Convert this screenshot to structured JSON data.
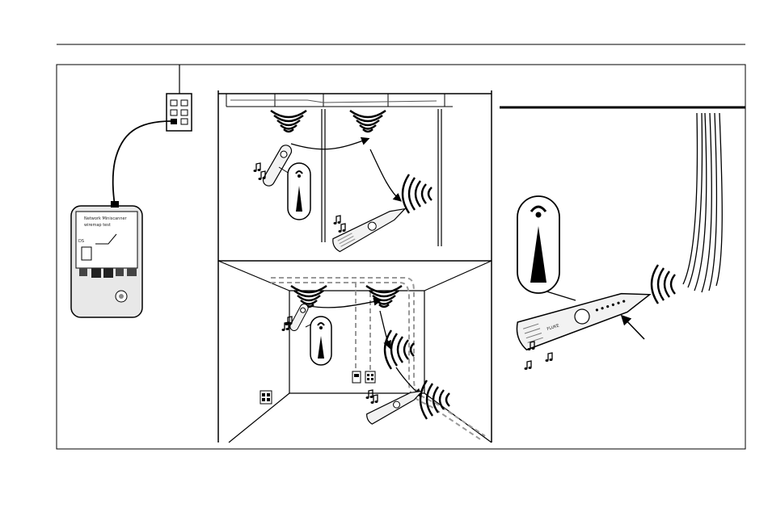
{
  "figure": {
    "tester_screen": {
      "title_line": "Network  Miniscanner",
      "subtitle_line": "wiremap test",
      "label": "DS"
    },
    "probe_brand": "FLUKE",
    "colors": {
      "line": "#000000",
      "background": "#ffffff",
      "probe_body": "#f2f2f2",
      "dashed_cable": "#999999"
    },
    "icons": [
      "tester-icon",
      "wall-jack-icon",
      "tone-probe-icon",
      "music-note-icon",
      "sound-wave-icon",
      "cable-icon",
      "arrow-icon"
    ]
  }
}
